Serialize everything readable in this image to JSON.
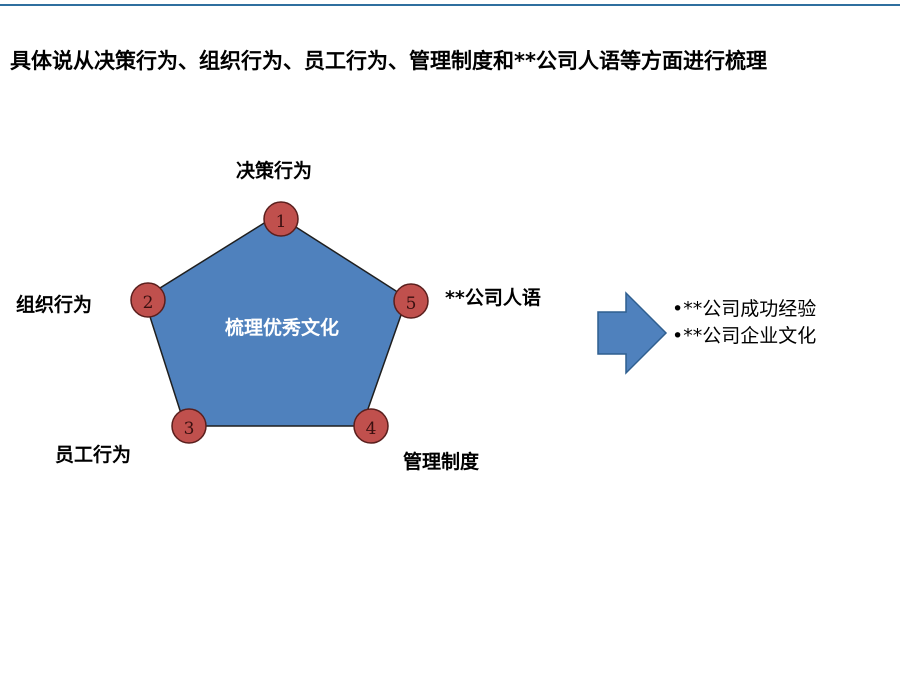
{
  "slide": {
    "title": "具体说从决策行为、组织行为、员工行为、管理制度和**公司人语等方面进行梳理"
  },
  "diagram": {
    "center_label": "梳理优秀文化",
    "colors": {
      "pentagon_fill": "#4f81bd",
      "pentagon_stroke": "#1f1f1f",
      "node_fill": "#c0504d",
      "node_stroke": "#5a1f1d",
      "arrow_fill": "#4f81bd",
      "arrow_stroke": "#2f5f8f"
    },
    "nodes": [
      {
        "number": "1",
        "label": "决策行为"
      },
      {
        "number": "2",
        "label": "组织行为"
      },
      {
        "number": "3",
        "label": "员工行为"
      },
      {
        "number": "4",
        "label": "管理制度"
      },
      {
        "number": "5",
        "label": "**公司人语"
      }
    ]
  },
  "results": {
    "bullet_symbol": "•",
    "items": [
      "**公司成功经验",
      "**公司企业文化"
    ]
  }
}
